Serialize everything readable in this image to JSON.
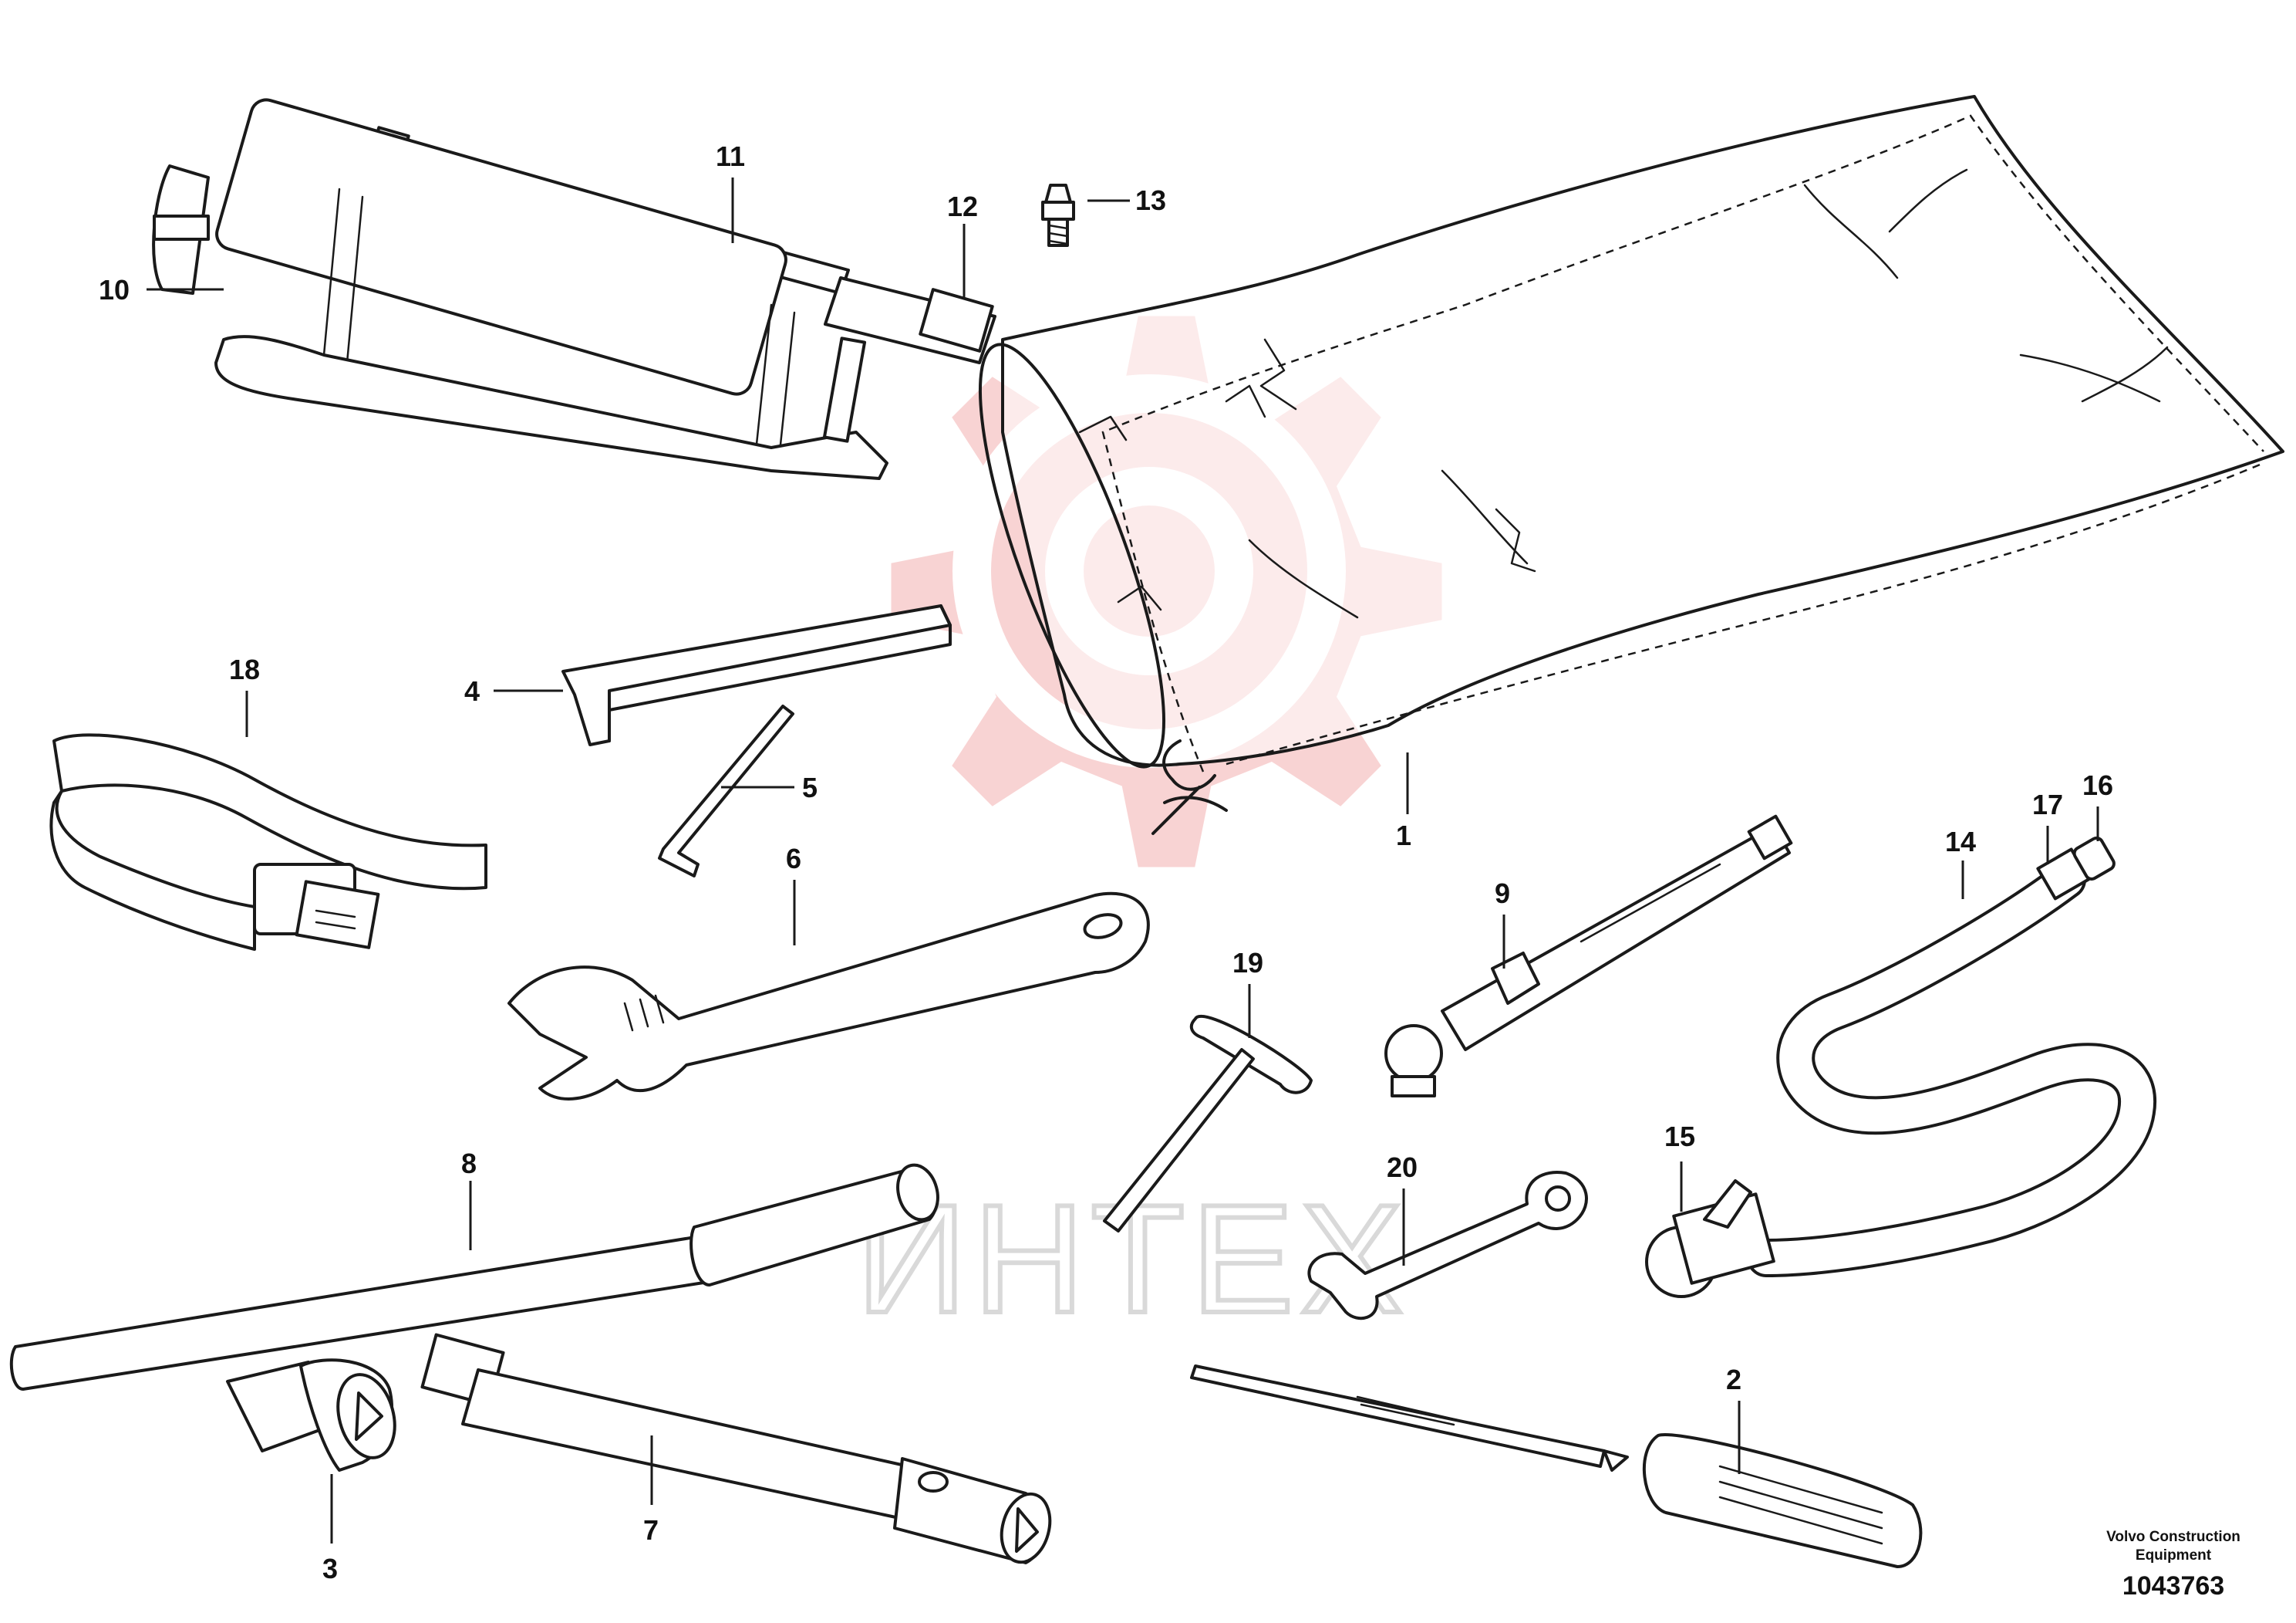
{
  "watermark": {
    "text": "ИНТЕХ",
    "gear_color": "#f7c8c8",
    "text_color": "#d9d9d9"
  },
  "callouts": [
    "1",
    "2",
    "3",
    "4",
    "5",
    "6",
    "7",
    "8",
    "9",
    "10",
    "11",
    "12",
    "13",
    "14",
    "15",
    "16",
    "17",
    "18",
    "19",
    "20"
  ],
  "footer": {
    "brand_line1": "Volvo Construction",
    "brand_line2": "Equipment",
    "drawing_number": "1043763"
  }
}
